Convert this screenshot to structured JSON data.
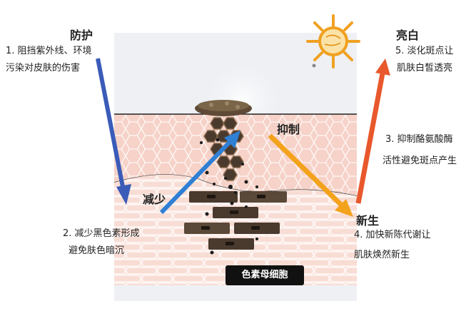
{
  "labels": {
    "protect": "防护",
    "protect_line1": "1. 阻挡紫外线、环境",
    "protect_line2": "污染对皮肤的伤害",
    "brighten": "亮白",
    "brighten_line1": "5. 淡化斑点让",
    "brighten_line2": "肌肤白皙透亮",
    "inhibit": "抑制",
    "inhibit_line1": "3. 抑制酪氨酸酶",
    "inhibit_line2": "活性避免斑点产生",
    "reduce": "减少",
    "reduce_line1": "2. 减少黑色素形成",
    "reduce_line2": "避免肤色暗沉",
    "renew": "新生",
    "renew_line1": "4. 加快新陈代谢让",
    "renew_line2": "肌肤焕然新生",
    "melanocyte": "色素母细胞"
  },
  "colors": {
    "arrow_blue": "#3a5bb8",
    "arrow_orange_red": "#e8582c",
    "arrow_yellow": "#f3a21c",
    "arrow_lightblue": "#2f7fd4",
    "skin_pink": "#f6d2c8",
    "melanin_dark": "#4a3a2e",
    "sun": "#f0a020"
  }
}
